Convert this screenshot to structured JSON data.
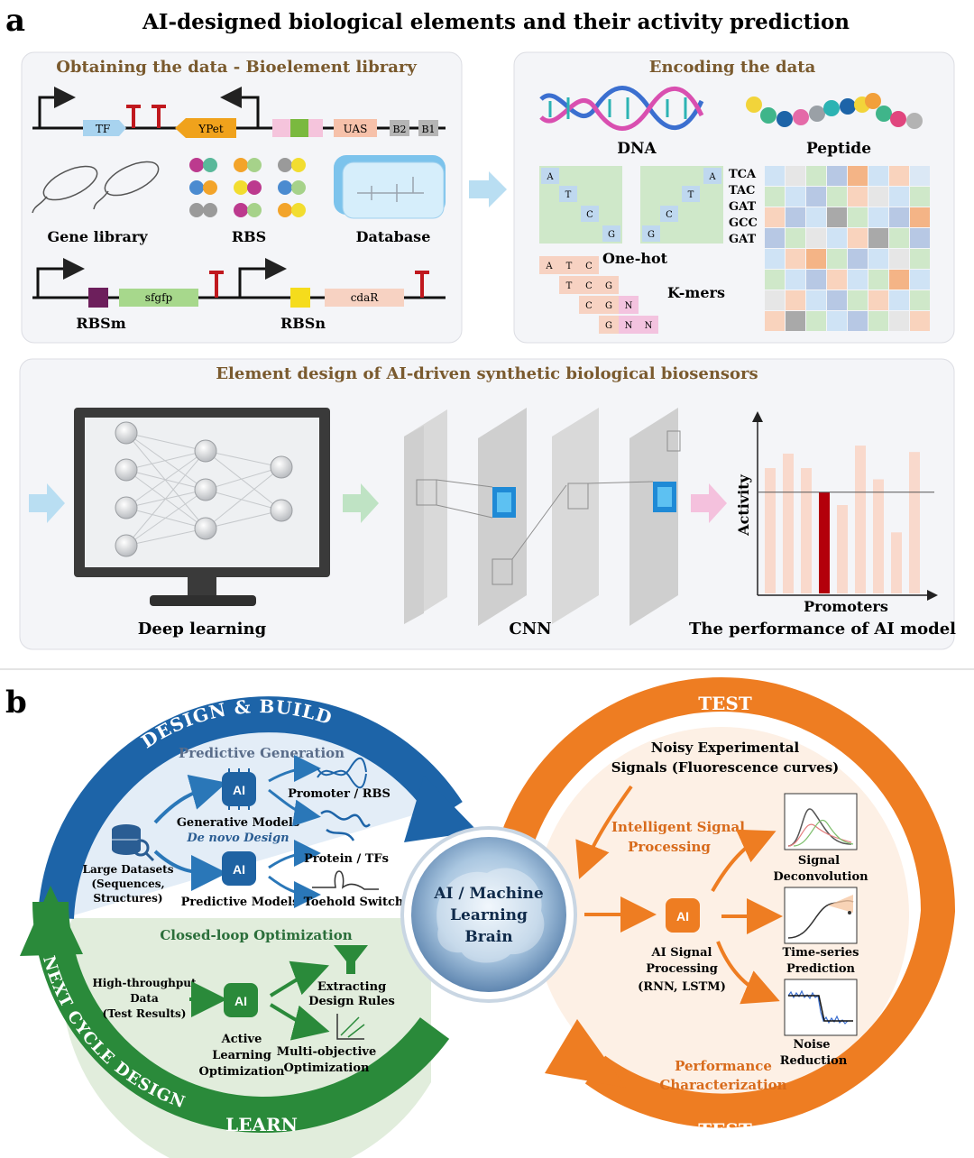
{
  "panel_a": {
    "letter": "a",
    "title": "AI-designed biological elements and their activity prediction",
    "library": {
      "heading": "Obtaining the data - Bioelement library",
      "parts": {
        "tf": "TF",
        "ypet": "YPet",
        "uas": "UAS",
        "b2": "B2",
        "b1": "B1",
        "sfgfp": "sfgfp",
        "cdar": "cdaR"
      },
      "labels": {
        "gene_library": "Gene library",
        "rbs": "RBS",
        "database": "Database",
        "rbsm": "RBSm",
        "rbsn": "RBSn"
      }
    },
    "encoding": {
      "heading": "Encoding the data",
      "dna": "DNA",
      "peptide": "Peptide",
      "onehot": "One-hot",
      "kmers": "K-mers",
      "letters": {
        "a": "A",
        "t": "T",
        "c": "C",
        "g": "G",
        "n": "N"
      },
      "kmer_list": [
        "TCA",
        "TAC",
        "GAT",
        "GCC",
        "GAT"
      ]
    },
    "design": {
      "heading": "Element design of AI-driven synthetic biological biosensors",
      "deep_learning": "Deep learning",
      "cnn": "CNN",
      "performance": "The performance of AI model",
      "ylabel": "Activity",
      "xlabel": "Promoters"
    }
  },
  "panel_b": {
    "letter": "b",
    "design_build": "DESIGN & BUILD",
    "test_top": "TEST",
    "test_bottom": "TEST",
    "learn": "LEARN",
    "next_cycle": "NEXT CYCLE DESIGN",
    "ai": "AI",
    "predictive_generation": "Predictive Generation",
    "large_datasets": [
      "Large Datasets",
      "(Sequences,",
      "Structures)"
    ],
    "generative_models": "Generative Models",
    "de_novo": "De novo Design",
    "predictive_models": "Predictive Models",
    "promoter_rbs": "Promoter / RBS",
    "protein_tfs": "Protein / TFs",
    "toehold": "Toehold Switch",
    "closed_loop": "Closed-loop Optimization",
    "htp_data": [
      "High-throughput",
      "Data",
      "(Test Results)"
    ],
    "active_learning": [
      "Active",
      "Learning",
      "Optimization"
    ],
    "extracting": [
      "Extracting",
      "Design Rules"
    ],
    "multi_objective": [
      "Multi-objective",
      "Optimization"
    ],
    "brain": [
      "AI / Machine",
      "Learning",
      "Brain"
    ],
    "noisy": [
      "Noisy Experimental",
      "Signals (Fluorescence curves)"
    ],
    "intelligent": [
      "Intelligent Signal",
      "Processing"
    ],
    "signal_proc": [
      "AI Signal",
      "Processing",
      "(RNN, LSTM)"
    ],
    "deconv": [
      "Signal",
      "Deconvolution"
    ],
    "timeseries": [
      "Time-series",
      "Prediction"
    ],
    "noise": [
      "Noise",
      "Reduction"
    ],
    "performance": [
      "Performance",
      "Characterization"
    ]
  },
  "chart_data": {
    "type": "bar",
    "title": "",
    "xlabel": "Promoters",
    "ylabel": "Activity",
    "categories": [
      "",
      "",
      "",
      "",
      "",
      "",
      "",
      "",
      "",
      ""
    ],
    "values": [
      0.78,
      0.87,
      0.78,
      0.63,
      0.55,
      0.92,
      0.71,
      0.38,
      0.88
    ],
    "highlight_index": 3,
    "threshold": 0.63,
    "ylim": [
      0,
      1.1
    ],
    "colors": {
      "bar": "#f9d9cc",
      "highlight": "#b3000b",
      "threshold": "#555555"
    }
  },
  "colors": {
    "heading_brown": "#7a5a2e",
    "blue_arc": "#1d64a8",
    "green_arc": "#2a8a3a",
    "orange_arc": "#ee7d22",
    "ai_chip": "#1f63a3",
    "ai_chip_orange": "#ee7d22"
  }
}
